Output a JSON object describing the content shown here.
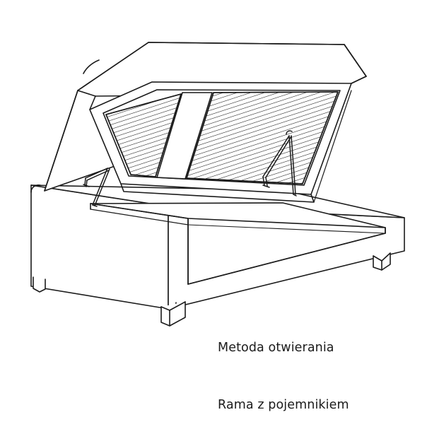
{
  "illustration": {
    "name": "bed-with-storage-lifting-mechanism-diagram",
    "description_lines": [
      "Metoda otwierania",
      "Rama z pojemnikiem"
    ],
    "stroke_color": "#1b1b1b",
    "fill_color": "#ffffff",
    "background_color": "#ffffff"
  },
  "caption": {
    "line1": "Metoda otwierania",
    "line2": "Rama z pojemnikiem"
  }
}
